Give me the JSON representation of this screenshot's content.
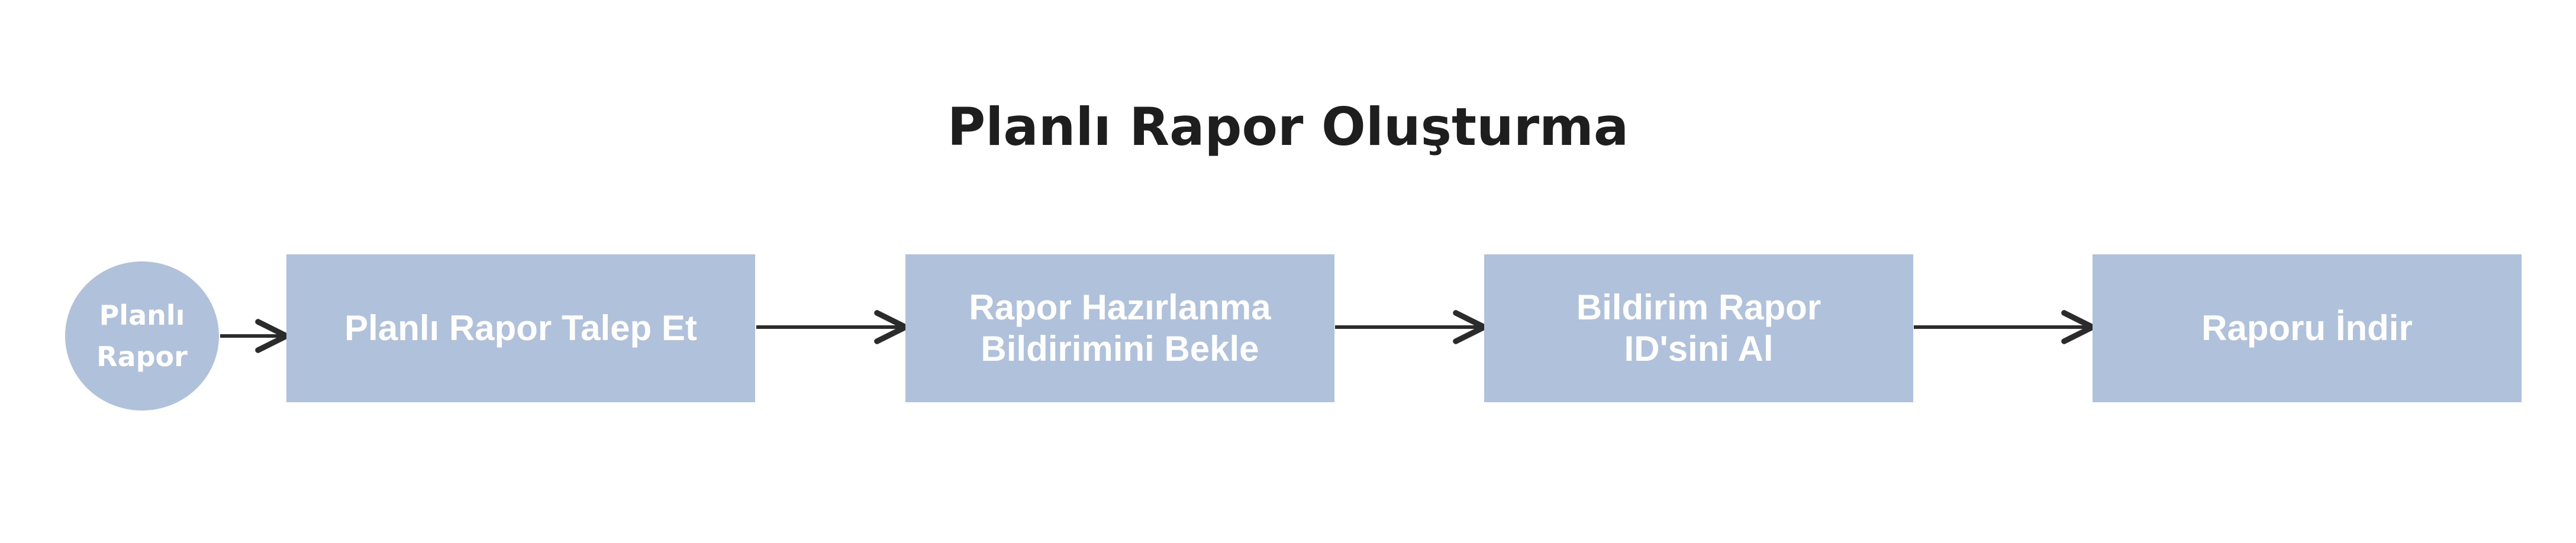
{
  "title": "Planlı Rapor Oluşturma",
  "nodes": {
    "start": "Planlı\nRapor",
    "step1": "Planlı Rapor Talep Et",
    "step2": "Rapor Hazırlanma\nBildirimini Bekle",
    "step3": "Bildirim Rapor\nID'sini Al",
    "step4": "Raporu İndir"
  },
  "colors": {
    "node_fill": "#b0c1db",
    "node_text": "#ffffff",
    "arrow": "#2b2b2b",
    "title": "#1e1e1e"
  }
}
